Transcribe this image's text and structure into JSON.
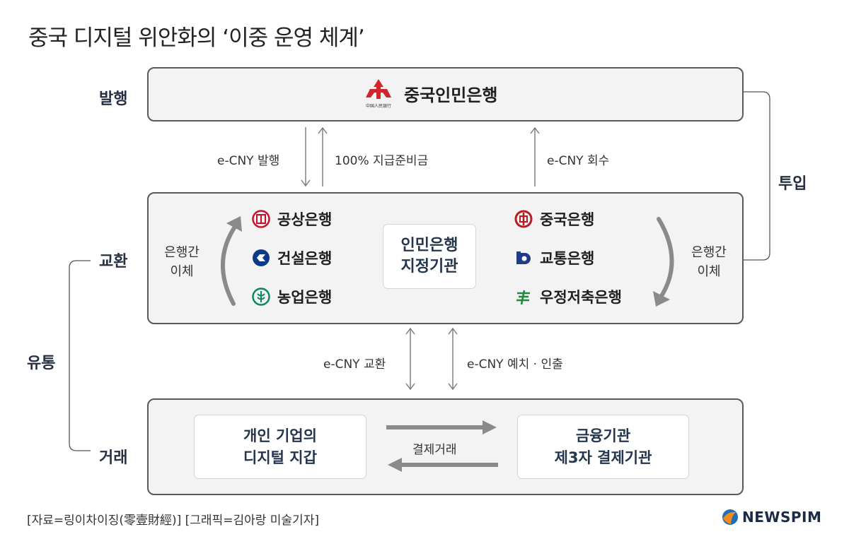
{
  "title": "중국 디지털 위안화의 ‘이중 운영 체계’",
  "labels": {
    "issue": "발행",
    "exchange": "교환",
    "circulation": "유통",
    "transaction": "거래",
    "input": "투입"
  },
  "issuer": {
    "name": "중국인민은행",
    "logo_text": "中国人民银行"
  },
  "flows": {
    "issue": "e-CNY 발행",
    "reserve": "100% 지급준비금",
    "recall": "e-CNY 회수",
    "exchange": "e-CNY 교환",
    "deposit": "e-CNY 예치 · 인출",
    "payment": "결제거래"
  },
  "banks_left": [
    "공상은행",
    "건설은행",
    "농업은행"
  ],
  "banks_right": [
    "중국은행",
    "교통은행",
    "우정저축은행"
  ],
  "transfer_left": [
    "은행간",
    "이체"
  ],
  "transfer_right": [
    "은행간",
    "이체"
  ],
  "center_box": [
    "인민은행",
    "지정기관"
  ],
  "wallet_box": [
    "개인 기업의",
    "디지털 지갑"
  ],
  "institution_box": [
    "금융기관",
    "제3자 결제기관"
  ],
  "footer": {
    "source": "[자료=링이차이징(零壹財經)] [그래픽=김아랑 미술기자]",
    "brand": "NEWSPIM"
  },
  "colors": {
    "arrow_gray": "#8a8a8a",
    "label_navy": "#263042",
    "icbc_red": "#c8102e",
    "ccb_blue": "#0e3a8a",
    "abc_green": "#0a8a5a",
    "boc_red": "#b81c22",
    "bocom_blue": "#1f3c88",
    "psbc_green": "#1f8a3c",
    "pboc_red": "#d0252c",
    "newspim_orange": "#f18d1e",
    "newspim_blue": "#1f6fb5"
  }
}
